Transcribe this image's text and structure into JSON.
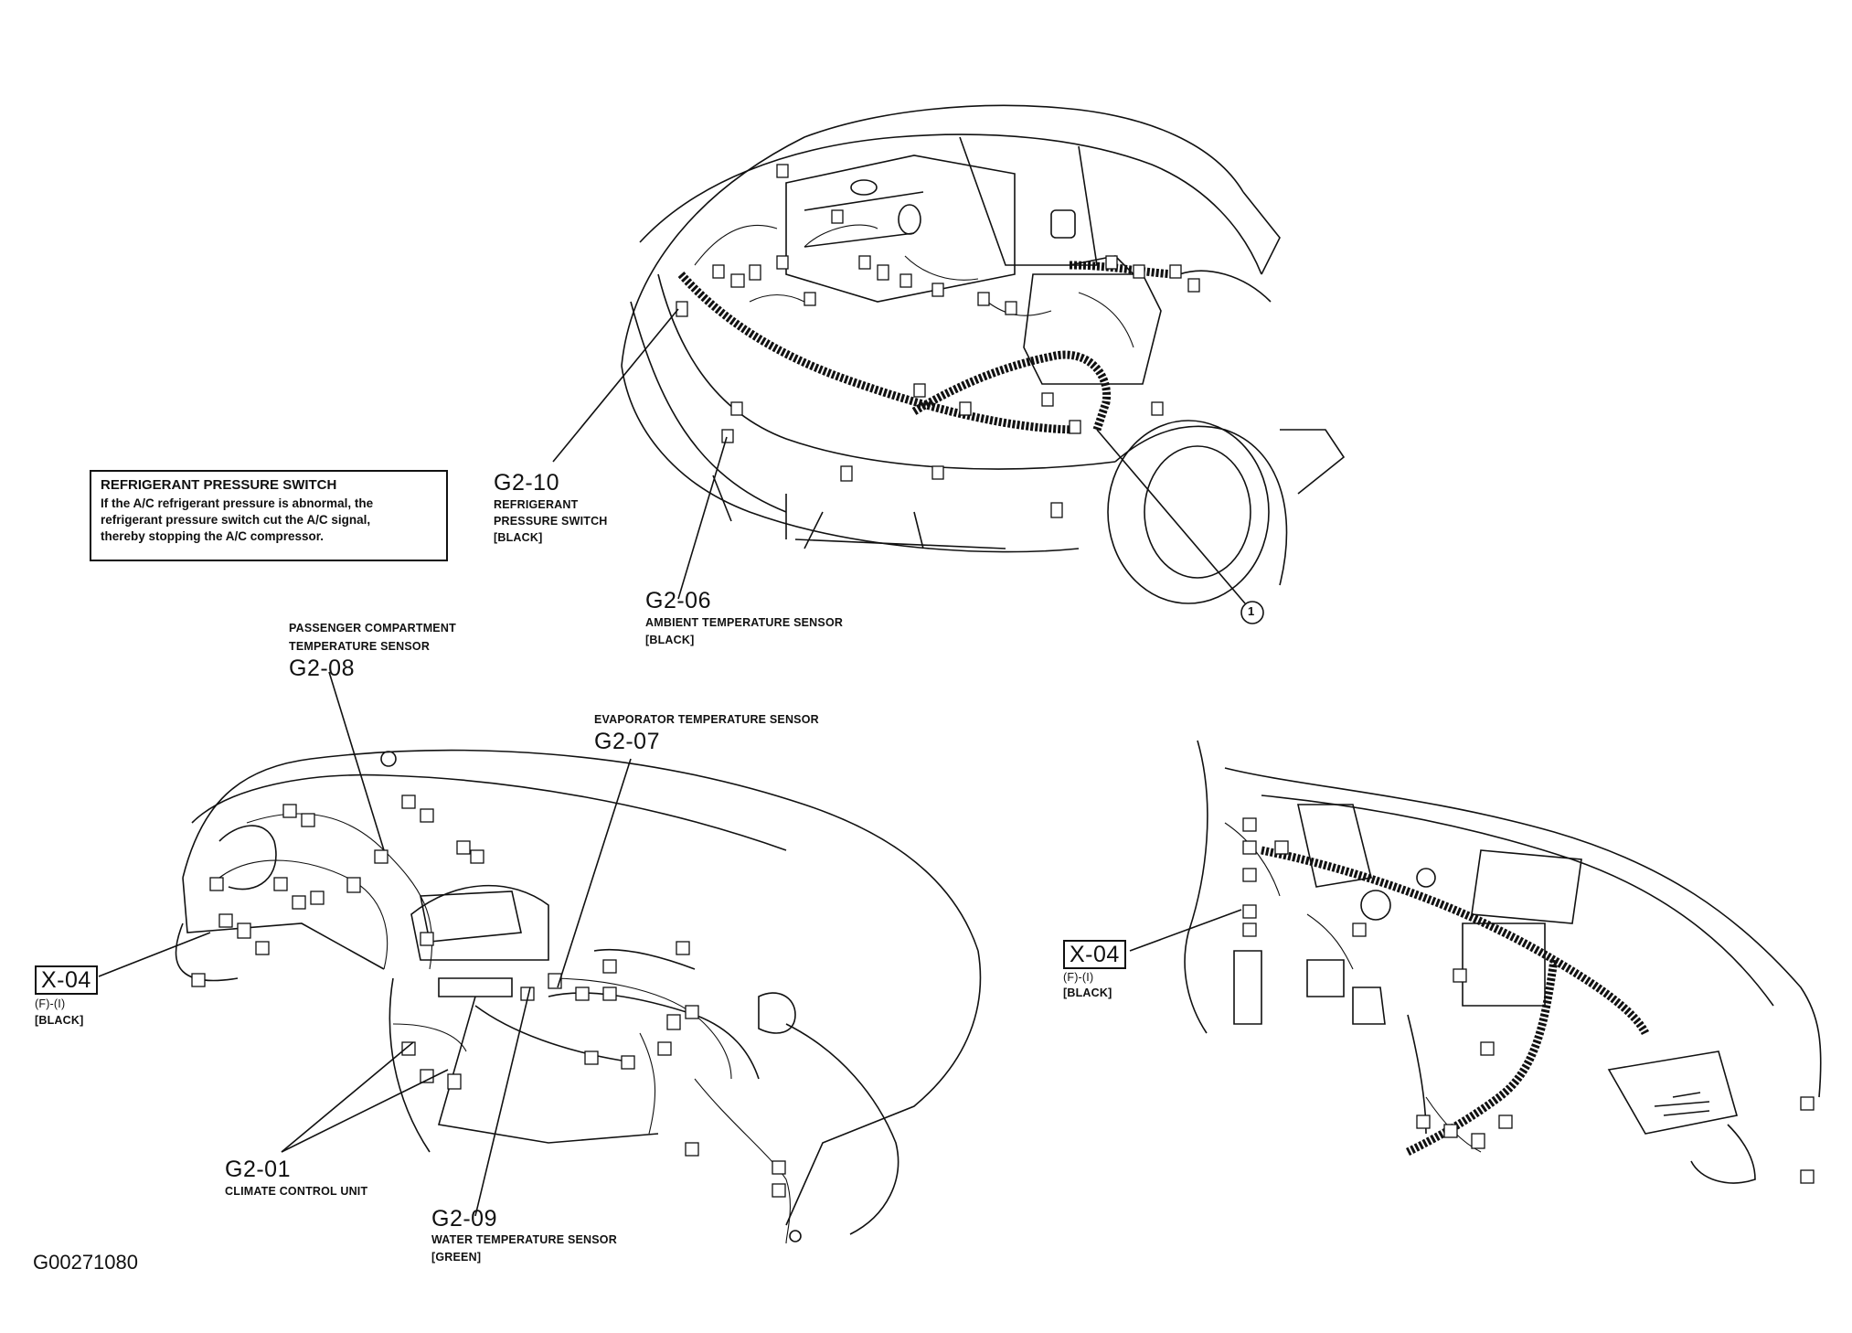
{
  "note": {
    "title": "REFRIGERANT PRESSURE SWITCH",
    "body": "If the A/C refrigerant pressure is abnormal, the\nrefrigerant pressure switch cut the A/C signal,\nthereby stopping the A/C compressor."
  },
  "labels": {
    "g2_10": {
      "code": "G2-10",
      "line1": "REFRIGERANT",
      "line2": "PRESSURE SWITCH",
      "line3": "[BLACK]"
    },
    "g2_06": {
      "code": "G2-06",
      "line1": "AMBIENT TEMPERATURE SENSOR",
      "line2": "[BLACK]"
    },
    "callout_1": "1",
    "g2_08": {
      "line1": "PASSENGER COMPARTMENT",
      "line2": "TEMPERATURE SENSOR",
      "code": "G2-08"
    },
    "g2_07": {
      "line1": "EVAPORATOR TEMPERATURE SENSOR",
      "code": "G2-07"
    },
    "x04_left": {
      "code": "X-04",
      "line1": "(F)-(I)",
      "line2": "[BLACK]"
    },
    "x04_right": {
      "code": "X-04",
      "line1": "(F)-(I)",
      "line2": "[BLACK]"
    },
    "g2_01": {
      "code": "G2-01",
      "line1": "CLIMATE CONTROL UNIT"
    },
    "g2_09": {
      "code": "G2-09",
      "line1": "WATER TEMPERATURE SENSOR",
      "line2": "[GREEN]"
    },
    "figure_id": "G00271080"
  }
}
